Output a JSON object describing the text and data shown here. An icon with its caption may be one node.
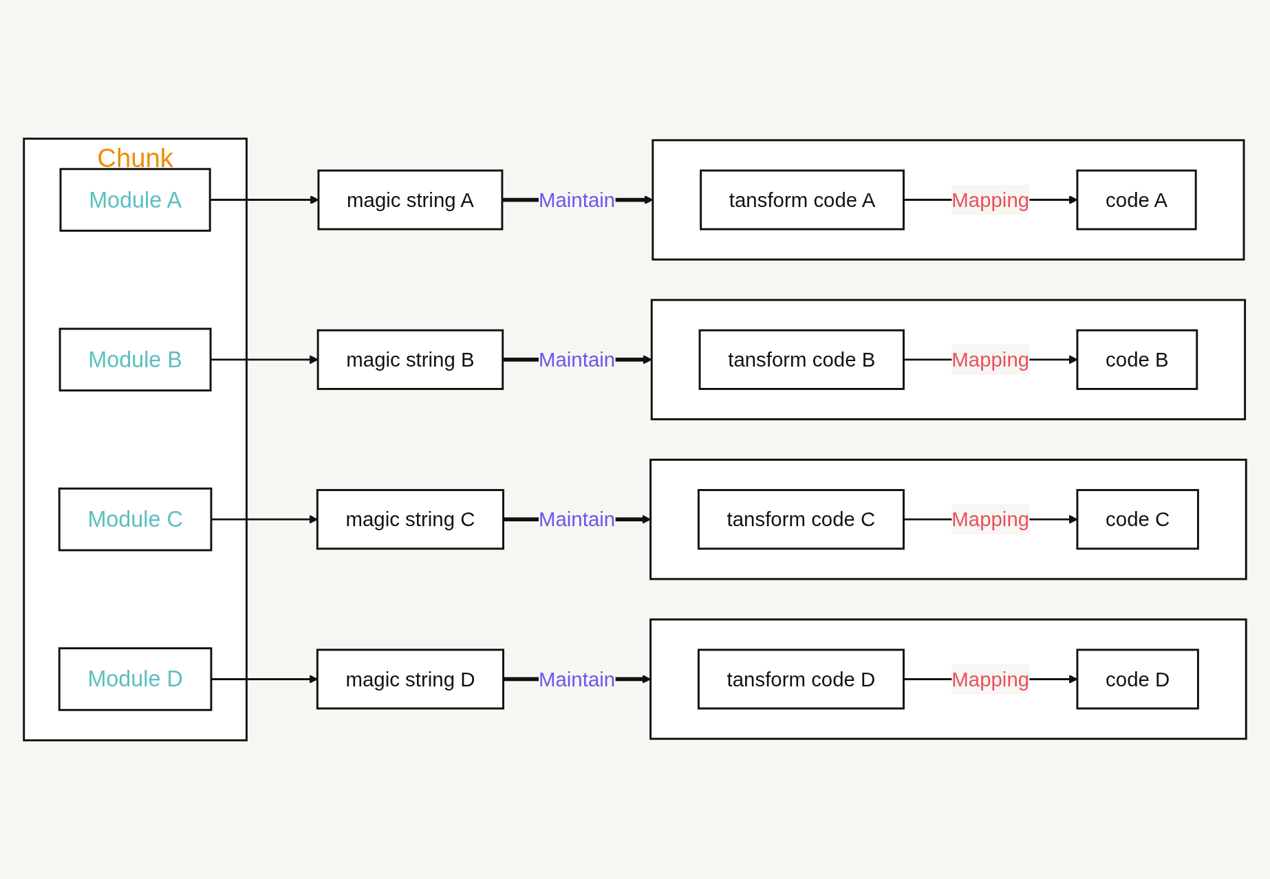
{
  "diagram": {
    "nodes": [
      {
        "text": [
          "Chunk"
        ]
      },
      {
        "text": [
          "Module A"
        ],
        "in": 0
      },
      {
        "text": [
          "Module B"
        ],
        "in": 0
      },
      {
        "text": [
          "Module C"
        ],
        "in": 0
      },
      {
        "text": [
          "Module D"
        ],
        "in": 0
      },
      {
        "text": [
          "magic string A"
        ]
      },
      {
        "text": [],
        "shape": "box"
      },
      {
        "text": [
          "tansform code A"
        ],
        "in": 6
      },
      {
        "text": [
          "code A"
        ],
        "in": 6
      },
      {
        "text": [
          "magic string B"
        ]
      },
      {
        "text": [],
        "shape": "box"
      },
      {
        "text": [
          "tansform code B"
        ],
        "in": 10
      },
      {
        "text": [
          "code B"
        ],
        "in": 10
      },
      {
        "text": [
          "magic string C"
        ]
      },
      {
        "text": [],
        "shape": "box"
      },
      {
        "text": [
          "tansform code C"
        ],
        "in": 14
      },
      {
        "text": [
          "code C"
        ],
        "in": 14
      },
      {
        "text": [
          "magic string D"
        ]
      },
      {
        "text": [],
        "shape": "box"
      },
      {
        "text": [
          "tansform code D"
        ],
        "in": 18
      },
      {
        "text": [
          "code D"
        ],
        "in": 18
      }
    ],
    "edges": [
      {
        "from": 1,
        "to": 5,
        "arrow": "to"
      },
      {
        "from": 5,
        "to": 6,
        "arrow": "to",
        "label": "Maintain",
        "style": "thick"
      },
      {
        "from": 7,
        "to": 8,
        "arrow": "to",
        "label": "Mapping"
      },
      {
        "from": 2,
        "to": 9,
        "arrow": "to"
      },
      {
        "from": 9,
        "to": 10,
        "arrow": "to",
        "label": "Maintain",
        "style": "thick"
      },
      {
        "from": 11,
        "to": 12,
        "arrow": "to",
        "label": "Mapping"
      },
      {
        "from": 3,
        "to": 13,
        "arrow": "to"
      },
      {
        "from": 13,
        "to": 14,
        "arrow": "to",
        "label": "Maintain",
        "style": "thick"
      },
      {
        "from": 15,
        "to": 16,
        "arrow": "to",
        "label": "Mapping"
      },
      {
        "from": 4,
        "to": 17,
        "arrow": "to"
      },
      {
        "from": 17,
        "to": 18,
        "arrow": "to",
        "label": "Maintain",
        "style": "thick"
      },
      {
        "from": 19,
        "to": 20,
        "arrow": "to",
        "label": "Mapping"
      }
    ]
  }
}
